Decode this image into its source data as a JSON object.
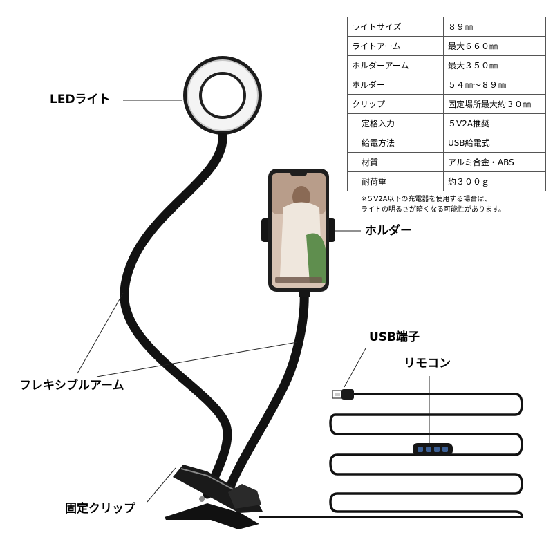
{
  "labels": {
    "led_light": "LEDライト",
    "holder": "ホルダー",
    "usb_port": "USB端子",
    "remote": "リモコン",
    "flexible_arm": "フレキシブルアーム",
    "fixed_clip": "固定クリップ"
  },
  "specs": [
    {
      "key": "ライトサイズ",
      "value": "８９㎜"
    },
    {
      "key": "ライトアーム",
      "value": "最大６６０㎜"
    },
    {
      "key": "ホルダーアーム",
      "value": "最大３５０㎜"
    },
    {
      "key": "ホルダー",
      "value": "５４㎜～８９㎜"
    },
    {
      "key": "クリップ",
      "value": "固定場所最大約３０㎜"
    },
    {
      "key": "定格入力",
      "value": "５V2A推奨"
    },
    {
      "key": "給電方法",
      "value": "USB給電式"
    },
    {
      "key": "材質",
      "value": "アルミ合金・ABS"
    },
    {
      "key": "耐荷重",
      "value": "約３００ｇ"
    }
  ],
  "note": {
    "line1": "※５V2A以下の充電器を使用する場合は、",
    "line2": "ライトの明るさが暗くなる可能性があります。"
  },
  "colors": {
    "arm": "#121212",
    "ring": "#f4f4f4",
    "screen_accent": "#c9a48a"
  }
}
